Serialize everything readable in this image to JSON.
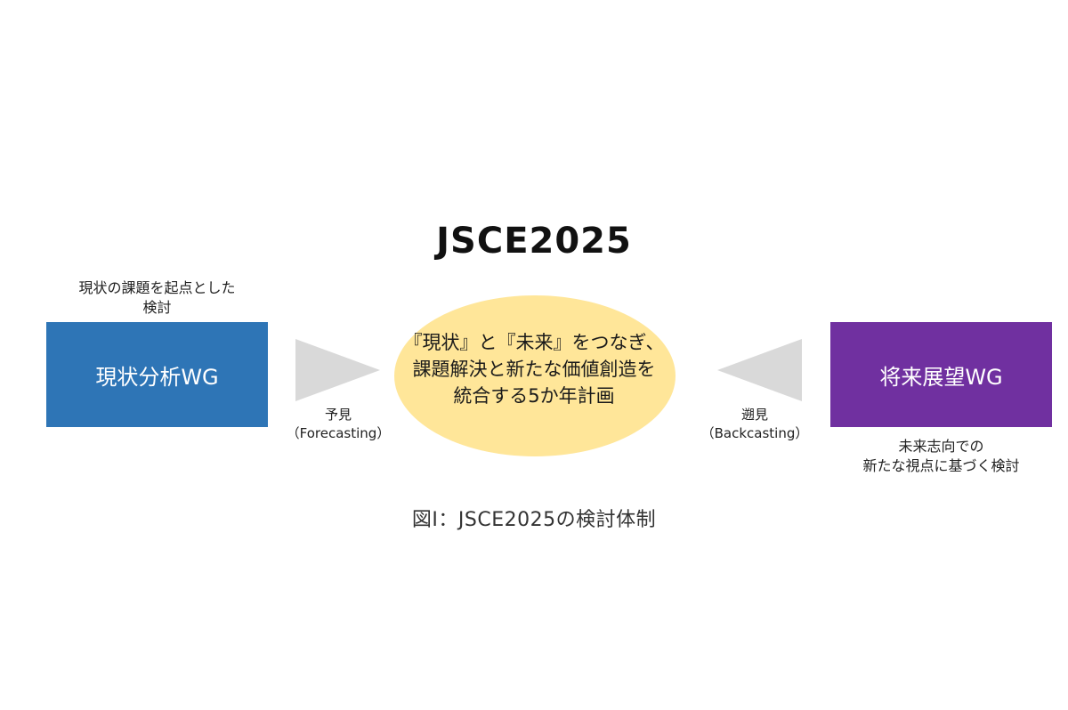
{
  "title": "JSCE2025",
  "left_wg": {
    "label": "現状分析WG",
    "note_line1": "現状の課題を起点とした",
    "note_line2": "検討",
    "color": "#2e75b6"
  },
  "right_wg": {
    "label": "将来展望WG",
    "note_line1": "未来志向での",
    "note_line2": "新たな視点に基づく検討",
    "color": "#7030a0"
  },
  "center": {
    "line1": "『現状』と『未来』をつなぎ、",
    "line2": "課題解決と新たな価値創造を",
    "line3": "統合する5か年計画",
    "color": "#ffe699"
  },
  "arrow_left": {
    "line1": "予見",
    "line2": "（Forecasting）"
  },
  "arrow_right": {
    "line1": "遡見",
    "line2": "（Backcasting）"
  },
  "arrow_color": "#d9d9d9",
  "caption": "図Ⅰ：JSCE2025の検討体制"
}
